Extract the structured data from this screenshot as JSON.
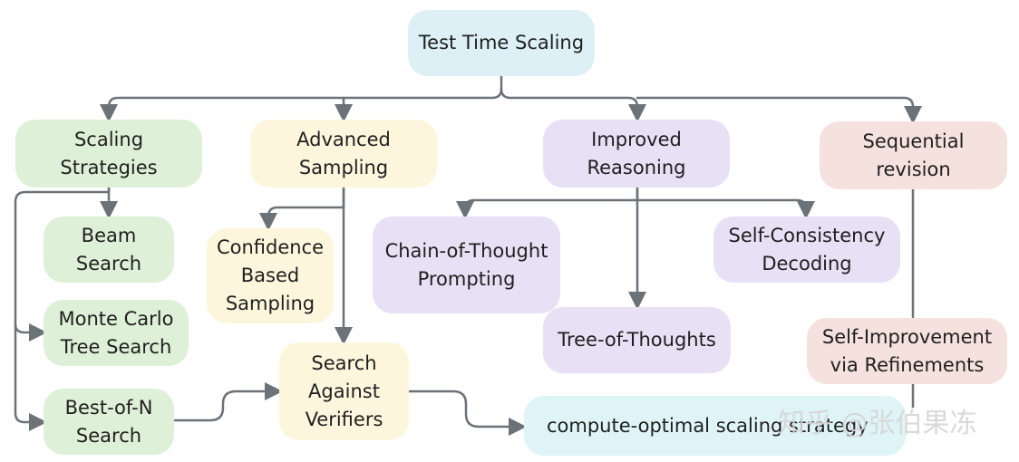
{
  "nodes": {
    "root": "Test Time Scaling",
    "scaling_strategies": "Scaling\nStrategies",
    "advanced_sampling": "Advanced\nSampling",
    "improved_reasoning": "Improved\nReasoning",
    "sequential_revision": "Sequential\nrevision",
    "beam_search": "Beam\nSearch",
    "mcts": "Monte Carlo\nTree Search",
    "best_of_n": "Best-of-N\nSearch",
    "confidence_sampling": "Confidence\nBased\nSampling",
    "search_against_verifiers": "Search\nAgainst\nVerifiers",
    "chain_of_thought": "Chain-of-Thought\nPrompting",
    "tree_of_thoughts": "Tree-of-Thoughts",
    "self_consistency": "Self-Consistency\nDecoding",
    "self_improvement": "Self-Improvement\nvia Refinements",
    "compute_optimal": "compute-optimal scaling strategy"
  },
  "watermark": "知乎 @张伯果冻",
  "colors": {
    "root": "#dcf0f5",
    "green": "#dff0d8",
    "yellow": "#fdf6dc",
    "purple": "#e8e0f5",
    "pink": "#f5e1dd",
    "cyan": "#dff4f7",
    "connector": "#6b7278"
  }
}
